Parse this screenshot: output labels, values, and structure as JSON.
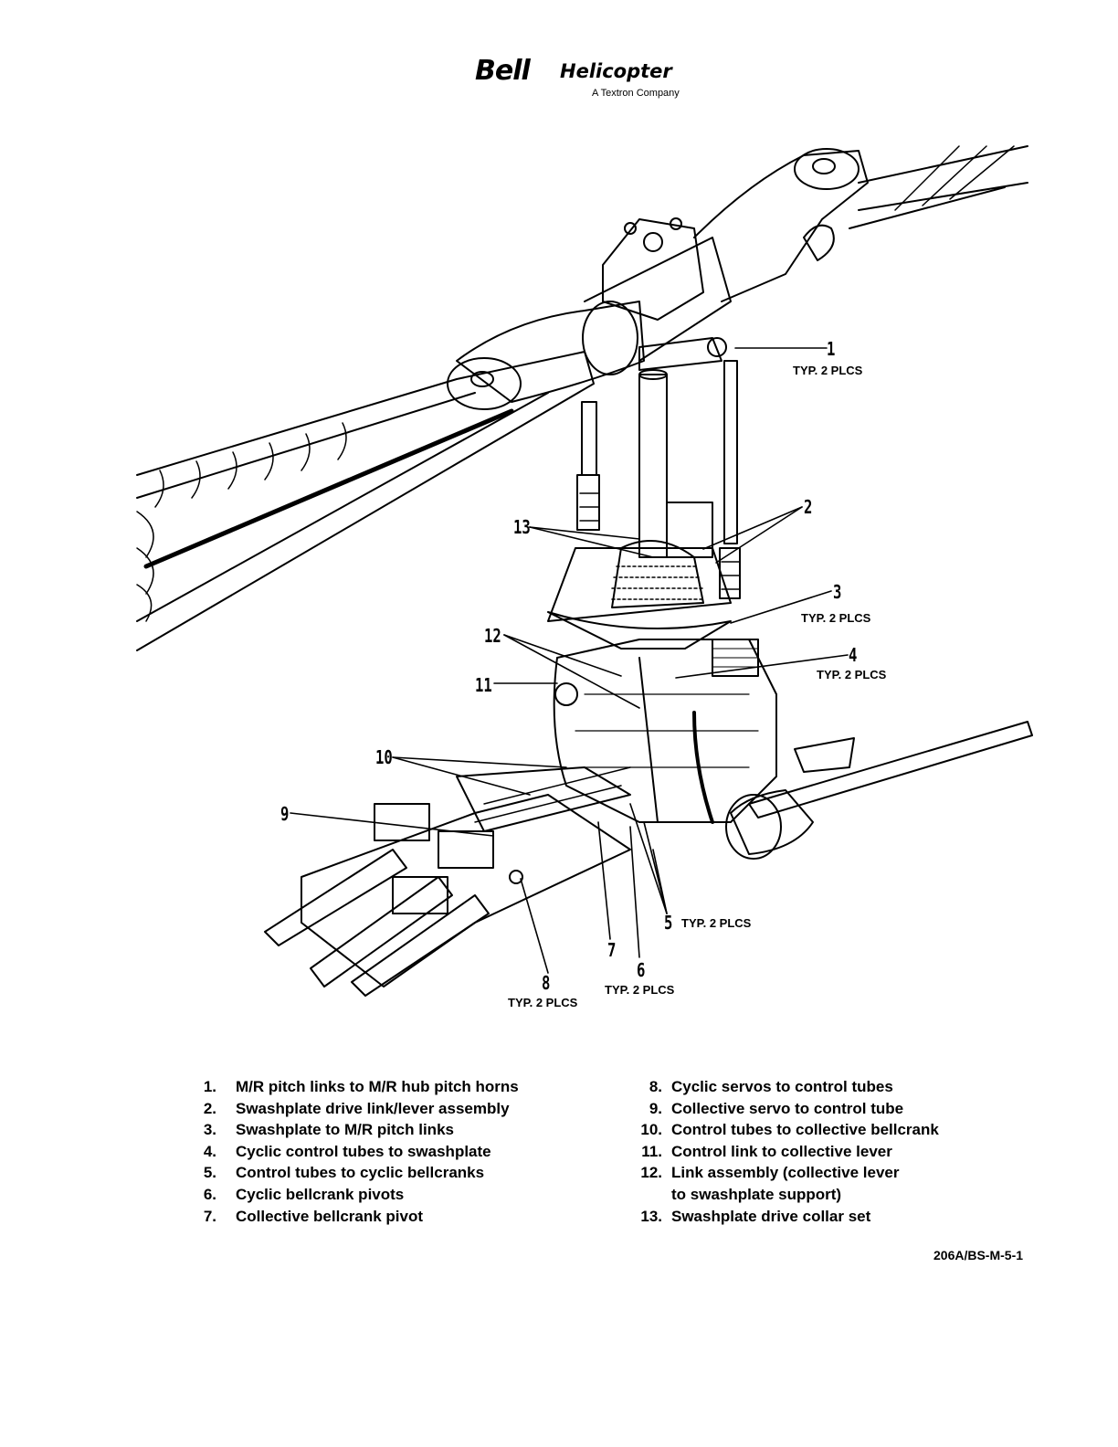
{
  "header": {
    "logo_mark": "Bell",
    "logo_word": "Helicopter",
    "logo_sub": "A Textron Company"
  },
  "diagram": {
    "callouts": [
      {
        "id": "1",
        "typ": "TYP. 2 PLCS"
      },
      {
        "id": "2",
        "typ": ""
      },
      {
        "id": "3",
        "typ": "TYP. 2 PLCS"
      },
      {
        "id": "4",
        "typ": "TYP. 2 PLCS"
      },
      {
        "id": "5",
        "typ": "TYP. 2 PLCS"
      },
      {
        "id": "6",
        "typ": "TYP. 2 PLCS"
      },
      {
        "id": "7",
        "typ": ""
      },
      {
        "id": "8",
        "typ": "TYP. 2 PLCS"
      },
      {
        "id": "9",
        "typ": ""
      },
      {
        "id": "10",
        "typ": ""
      },
      {
        "id": "11",
        "typ": ""
      },
      {
        "id": "12",
        "typ": ""
      },
      {
        "id": "13",
        "typ": ""
      }
    ]
  },
  "legend": {
    "left": [
      {
        "num": "1.",
        "text": "M/R pitch links to M/R hub pitch horns"
      },
      {
        "num": "2.",
        "text": "Swashplate drive link/lever assembly"
      },
      {
        "num": "3.",
        "text": "Swashplate to M/R pitch links"
      },
      {
        "num": "4.",
        "text": "Cyclic control tubes to swashplate"
      },
      {
        "num": "5.",
        "text": "Control tubes to cyclic bellcranks"
      },
      {
        "num": "6.",
        "text": "Cyclic bellcrank pivots"
      },
      {
        "num": "7.",
        "text": "Collective bellcrank pivot"
      }
    ],
    "right": [
      {
        "num": "8.",
        "text": "Cyclic servos to control tubes"
      },
      {
        "num": "9.",
        "text": "Collective servo to control tube"
      },
      {
        "num": "10.",
        "text": "Control tubes to collective bellcrank"
      },
      {
        "num": "11.",
        "text": "Control link to collective lever"
      },
      {
        "num": "12.",
        "text": "Link assembly (collective lever"
      },
      {
        "num": "",
        "text": "to swashplate support)"
      },
      {
        "num": "13.",
        "text": "Swashplate drive collar set"
      }
    ]
  },
  "figure_id": "206A/BS-M-5-1"
}
